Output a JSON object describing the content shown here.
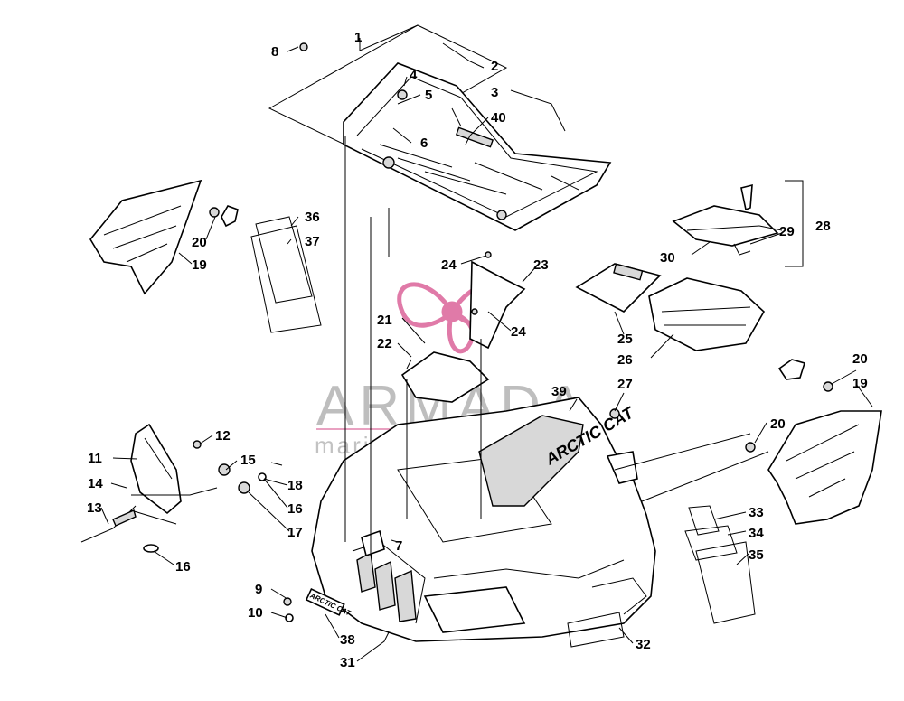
{
  "watermark": {
    "brand": "ARMADA",
    "tagline": "marine outboards",
    "color": "#e07aa8"
  },
  "decals": {
    "hood_logo": "ARCTIC CAT",
    "front_logo": "ARCTIC CAT"
  },
  "callouts": [
    "1",
    "2",
    "3",
    "4",
    "5",
    "6",
    "7",
    "8",
    "9",
    "10",
    "11",
    "12",
    "13",
    "14",
    "15",
    "16",
    "16",
    "17",
    "18",
    "19",
    "19",
    "20",
    "20",
    "20",
    "21",
    "22",
    "23",
    "24",
    "24",
    "25",
    "26",
    "27",
    "28",
    "29",
    "30",
    "31",
    "32",
    "33",
    "34",
    "35",
    "36",
    "37",
    "38",
    "39",
    "40"
  ]
}
